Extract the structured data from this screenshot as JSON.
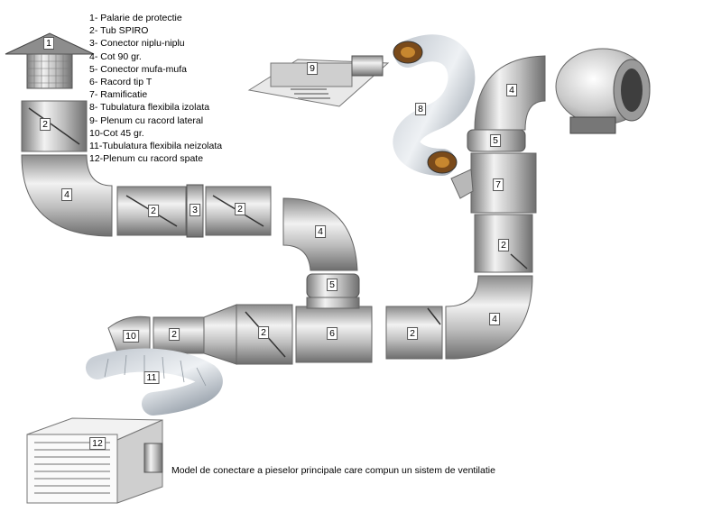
{
  "legend": [
    "1- Palarie de protectie",
    "2- Tub SPIRO",
    "3- Conector niplu-niplu",
    "4- Cot 90 gr.",
    "5- Conector mufa-mufa",
    "6- Racord tip T",
    "7- Ramificatie",
    "8- Tubulatura flexibila izolata",
    "9- Plenum cu racord lateral",
    "10-Cot 45 gr.",
    "11-Tubulatura flexibila neizolata",
    "12-Plenum cu racord spate"
  ],
  "caption": "Model de conectare a pieselor principale care compun un sistem de ventilatie",
  "labels": {
    "cap": "1",
    "tube_top": "2",
    "elbow_top_left": "4",
    "tube_h1": "2",
    "connector_nipple": "3",
    "tube_h2": "2",
    "elbow_center": "4",
    "connector_sleeve_center": "5",
    "tee": "6",
    "tube_right_of_tee": "2",
    "elbow_bottom_right": "4",
    "tube_vertical_right": "2",
    "branch": "7",
    "connector_sleeve_right": "5",
    "elbow_top_right": "4",
    "flex_insulated": "8",
    "plenum_side": "9",
    "tube_left_of_tee": "2",
    "tube_short_left": "2",
    "elbow_45": "10",
    "flex_uninsulated": "11",
    "plenum_back": "12"
  }
}
